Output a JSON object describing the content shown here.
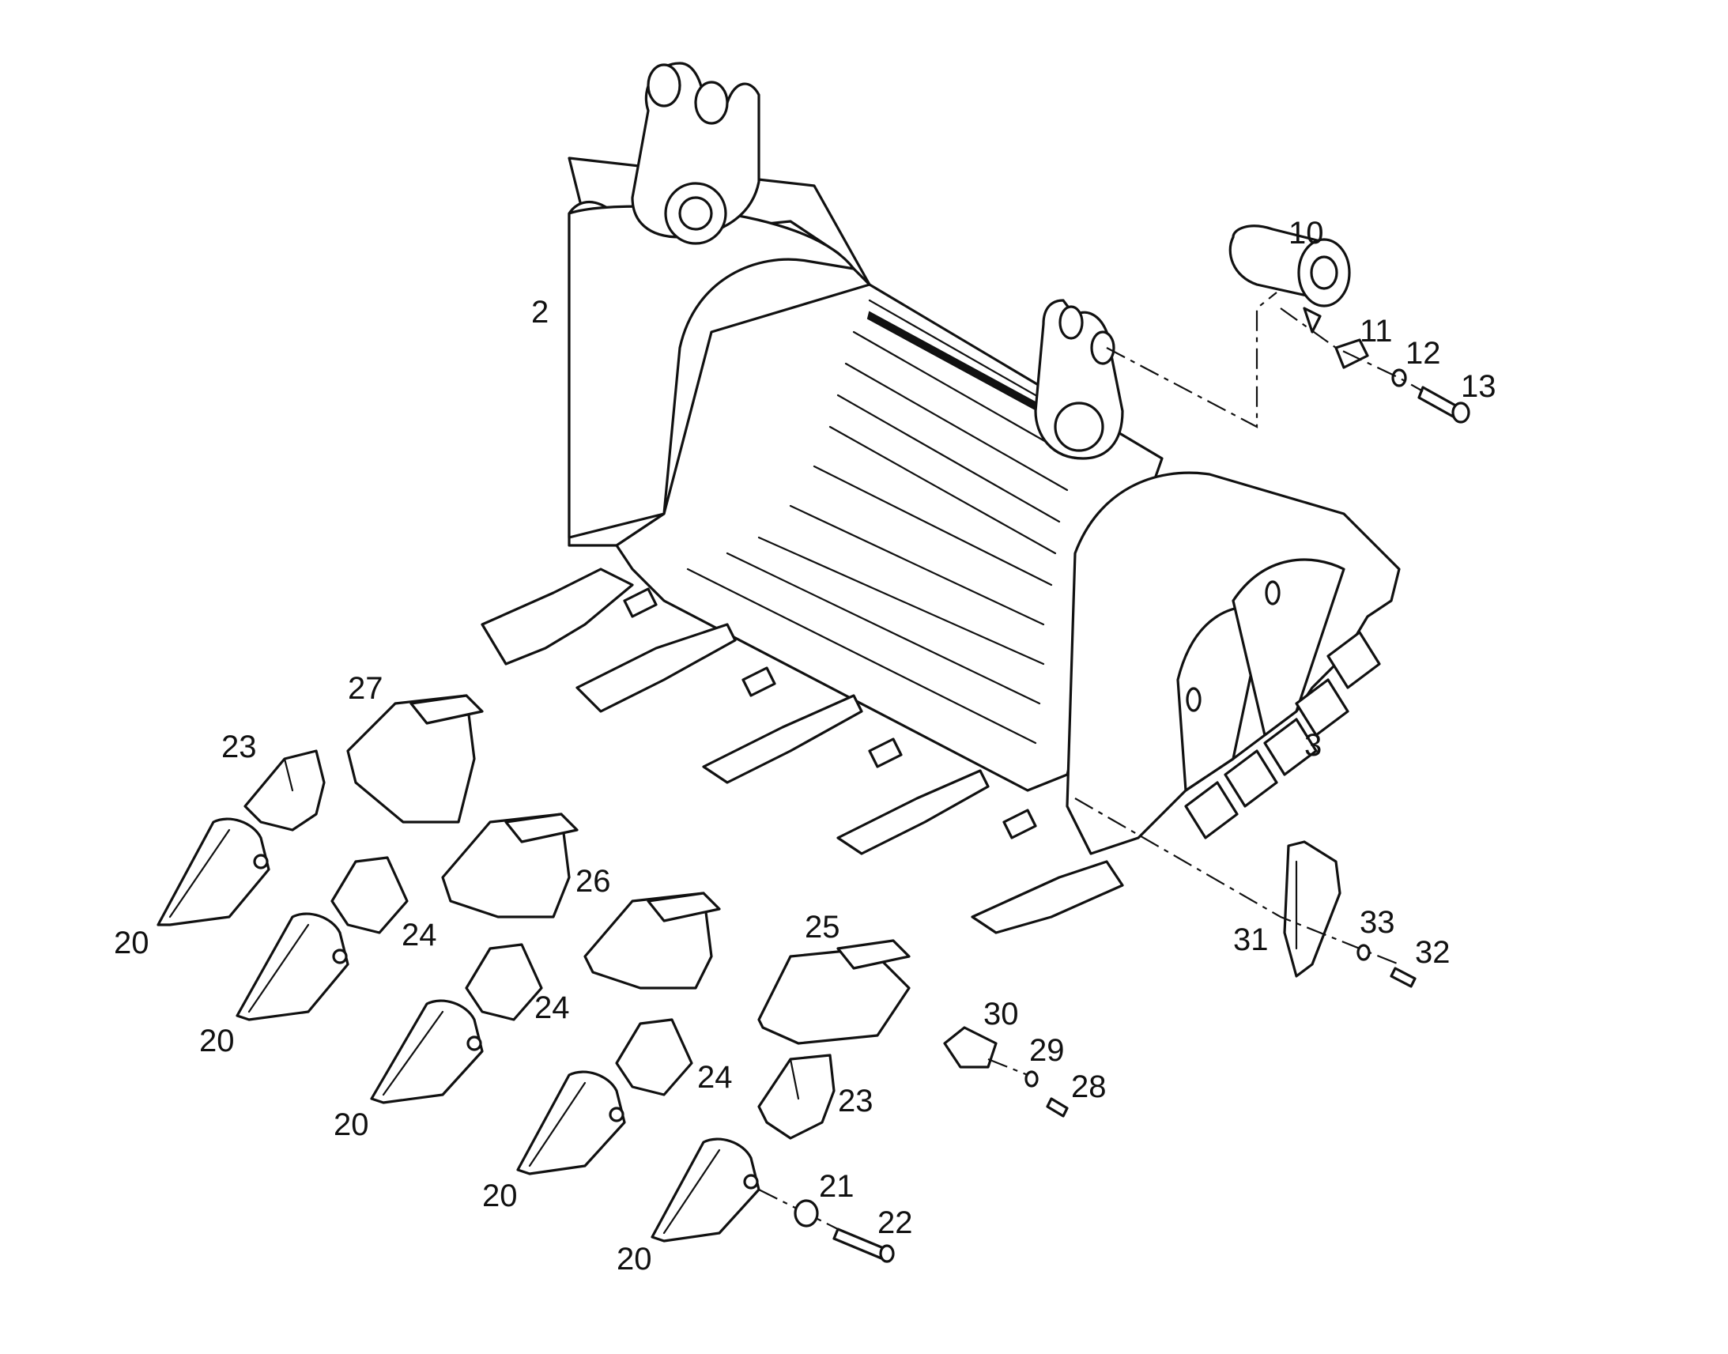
{
  "callouts": {
    "c2": "2",
    "c3": "3",
    "c10": "10",
    "c11": "11",
    "c12": "12",
    "c13": "13",
    "c20a": "20",
    "c20b": "20",
    "c20c": "20",
    "c20d": "20",
    "c20e": "20",
    "c21": "21",
    "c22": "22",
    "c23a": "23",
    "c23b": "23",
    "c24a": "24",
    "c24b": "24",
    "c24c": "24",
    "c25": "25",
    "c26": "26",
    "c27": "27",
    "c28": "28",
    "c29": "29",
    "c30": "30",
    "c31": "31",
    "c32": "32",
    "c33": "33"
  },
  "colors": {
    "line": "#111111",
    "background": "#ffffff"
  }
}
